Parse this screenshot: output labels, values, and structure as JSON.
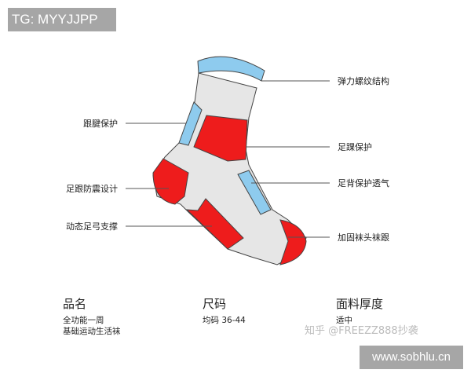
{
  "watermark_top": "TG: MYYJJPP",
  "watermark_bottom": "www.sobhlu.cn",
  "watermark_overlay": "知乎 @FREEZZ888抄袭",
  "labels_right": [
    "弹力螺纹结构",
    "足踝保护",
    "足背保护透气",
    "加固袜头袜跟"
  ],
  "labels_left": [
    "跟腱保护",
    "足跟防震设计",
    "动态足弓支撑"
  ],
  "specs": [
    {
      "title": "品名",
      "lines": [
        "全功能一周",
        "基础运动生活袜"
      ]
    },
    {
      "title": "尺码",
      "lines": [
        "均码 36-44"
      ]
    },
    {
      "title": "面料厚度",
      "lines": [
        "适中"
      ]
    }
  ],
  "colors": {
    "red": "#ee1c1c",
    "blue": "#8ecbee",
    "body": "#e6e6e6",
    "outline": "#444444"
  }
}
